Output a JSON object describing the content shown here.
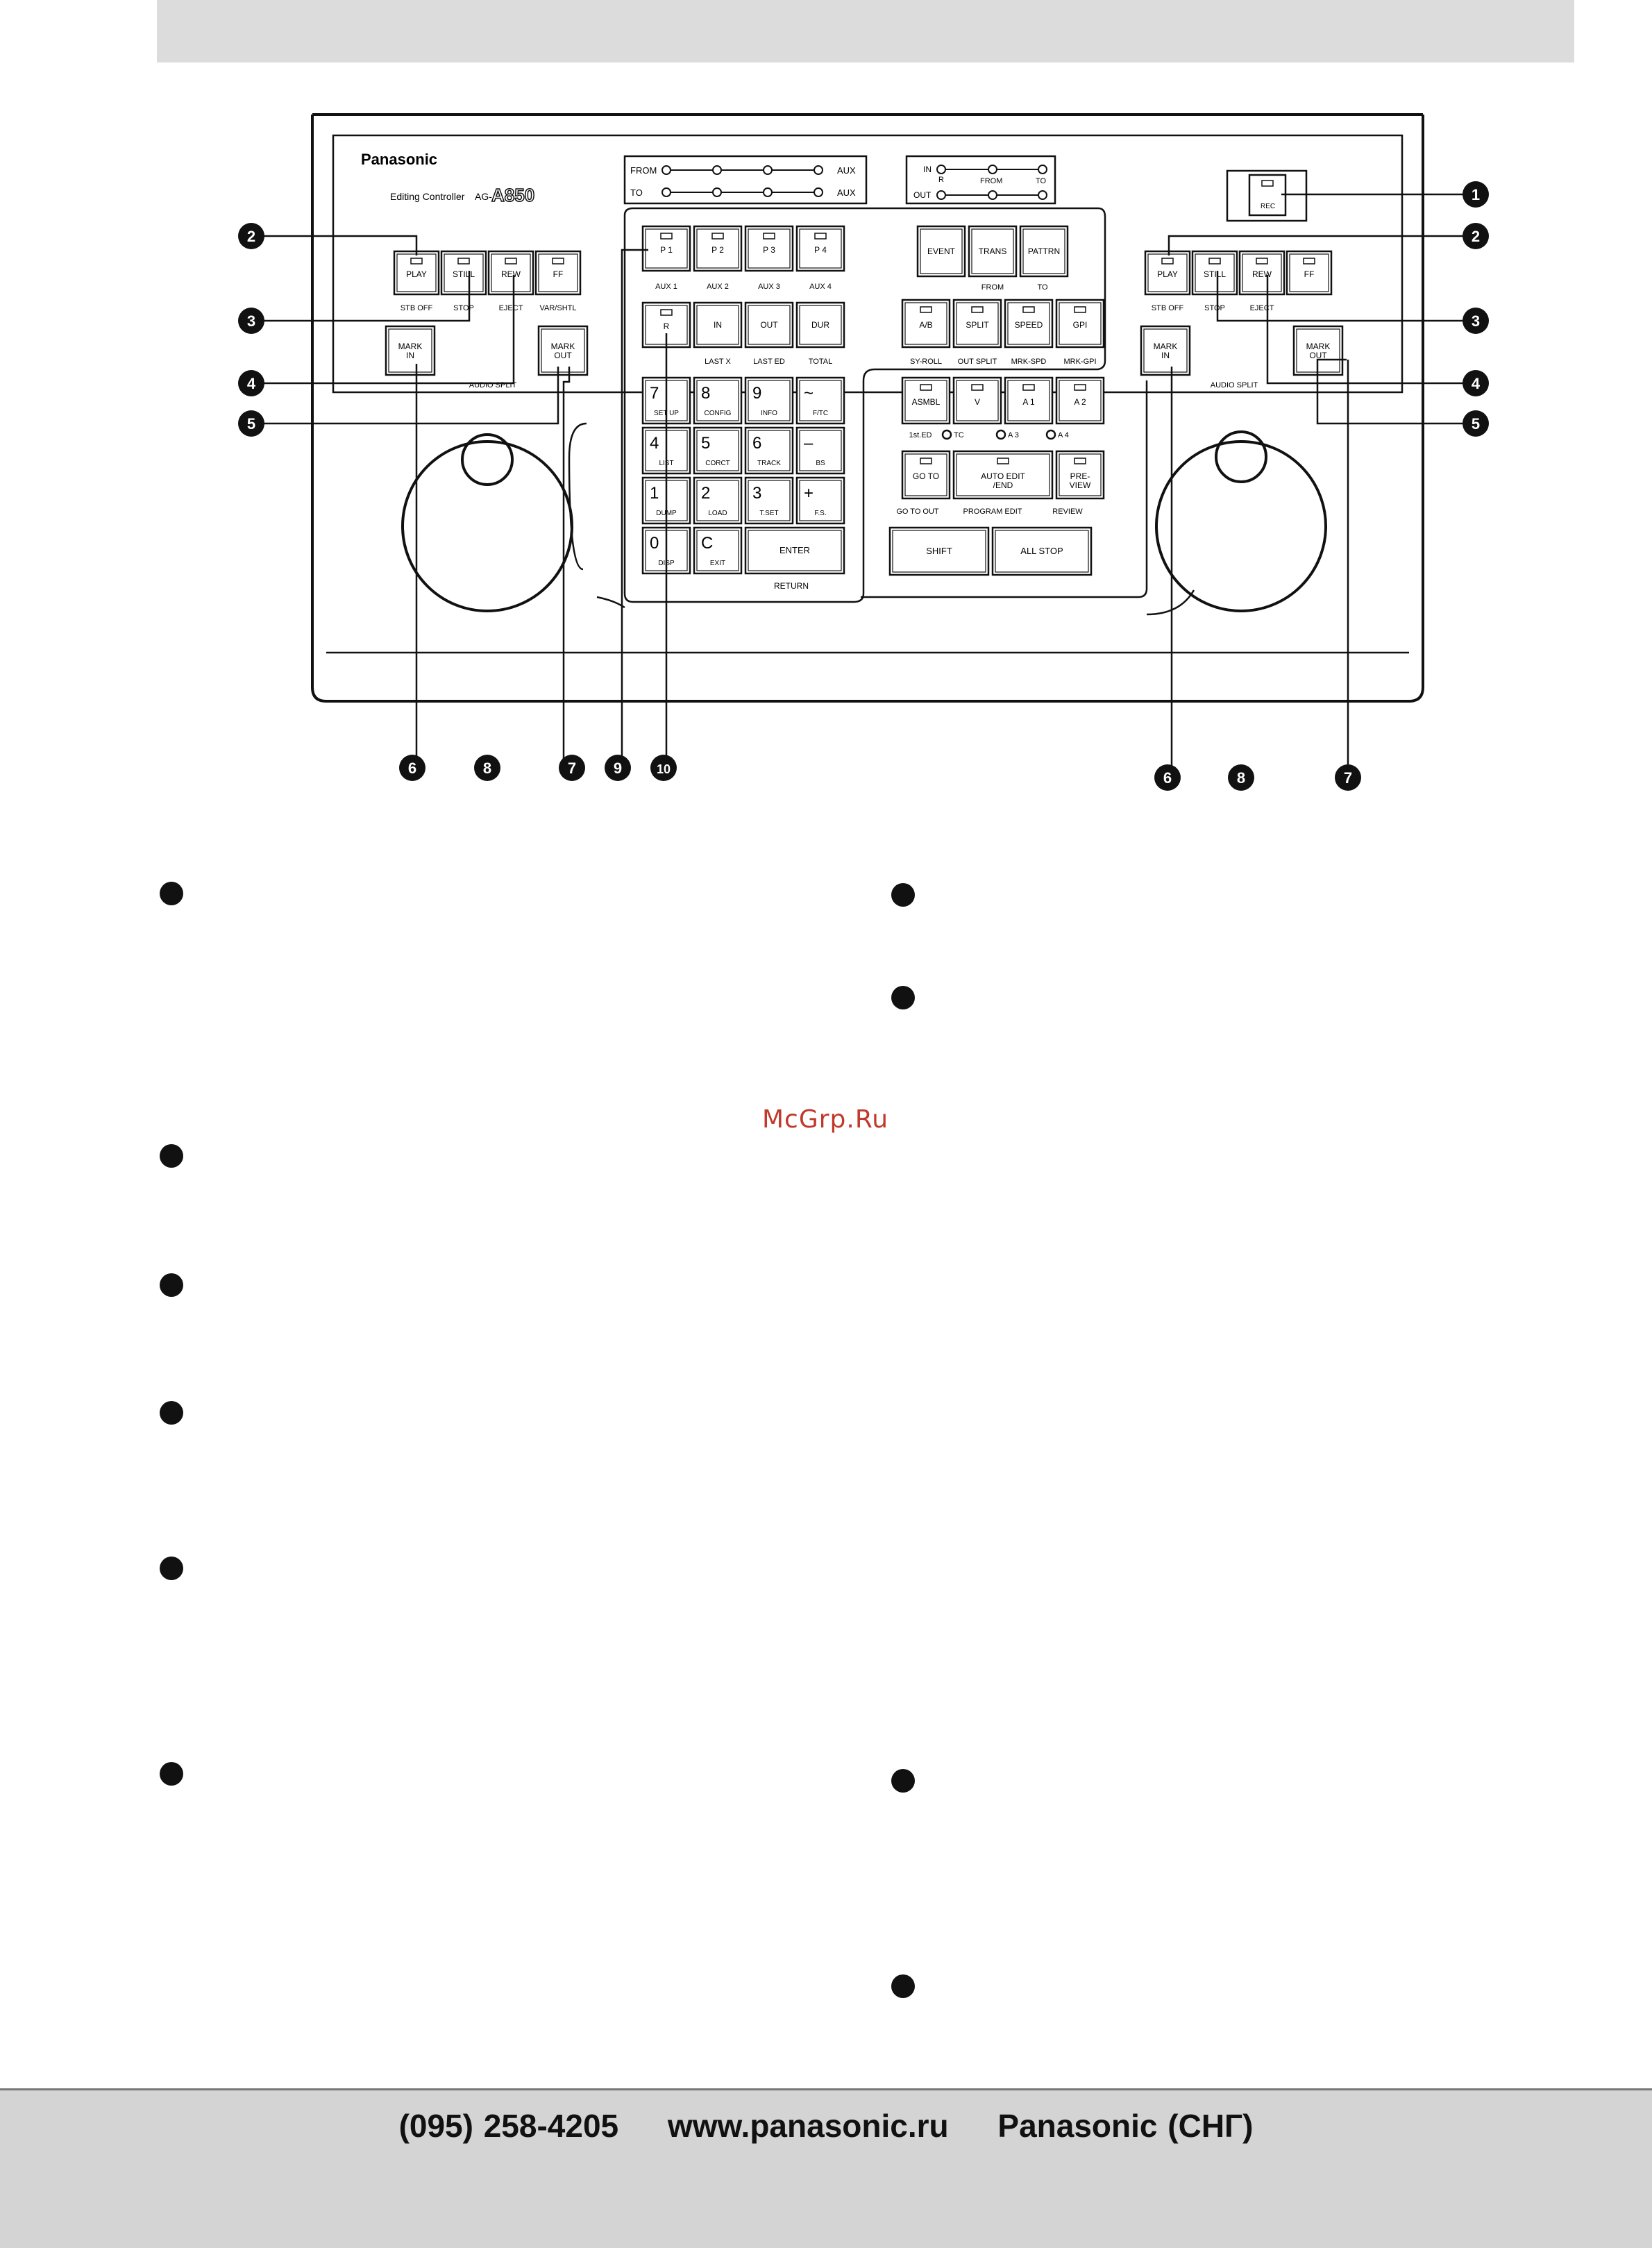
{
  "brand": "Panasonic",
  "device": {
    "subtitle": "Editing Controller",
    "model_prefix": "AG-",
    "model": "A850"
  },
  "indicators": {
    "from": "FROM",
    "to": "TO",
    "aux_top": "AUX",
    "aux_bottom": "AUX",
    "in": "IN",
    "out": "OUT",
    "r": "R",
    "from_label": "FROM",
    "to_label": "TO"
  },
  "rec_label": "REC",
  "transport_left": {
    "buttons": [
      "PLAY",
      "STILL",
      "REW",
      "FF"
    ],
    "sublabels": [
      "STB OFF",
      "STOP",
      "EJECT",
      "VAR/SHTL"
    ],
    "mark_in": [
      "MARK",
      "IN"
    ],
    "mark_out": [
      "MARK",
      "OUT"
    ],
    "audio_split": "AUDIO SPLIT"
  },
  "transport_right": {
    "buttons": [
      "PLAY",
      "STILL",
      "REW",
      "FF"
    ],
    "sublabels": [
      "STB OFF",
      "STOP",
      "EJECT"
    ],
    "mark_in": [
      "MARK",
      "IN"
    ],
    "mark_out": [
      "MARK",
      "OUT"
    ],
    "audio_split": "AUDIO SPLIT"
  },
  "keypad": {
    "p_keys": [
      "P 1",
      "P 2",
      "P 3",
      "P 4"
    ],
    "p_sub": [
      "AUX 1",
      "AUX 2",
      "AUX 3",
      "AUX 4"
    ],
    "r_row": [
      "R",
      "IN",
      "OUT",
      "DUR"
    ],
    "r_sub": [
      "LAST X",
      "LAST ED",
      "TOTAL"
    ],
    "digits": [
      {
        "main": "7",
        "sub": "SET UP"
      },
      {
        "main": "8",
        "sub": "CONFIG"
      },
      {
        "main": "9",
        "sub": "INFO"
      },
      {
        "main": "~",
        "sub": "F/TC"
      },
      {
        "main": "4",
        "sub": "LIST"
      },
      {
        "main": "5",
        "sub": "CORCT"
      },
      {
        "main": "6",
        "sub": "TRACK"
      },
      {
        "main": "–",
        "sub": "BS"
      },
      {
        "main": "1",
        "sub": "DUMP"
      },
      {
        "main": "2",
        "sub": "LOAD"
      },
      {
        "main": "3",
        "sub": "T.SET"
      },
      {
        "main": "+",
        "sub": "F.S."
      },
      {
        "main": "0",
        "sub": "DISP"
      },
      {
        "main": "C",
        "sub": "EXIT"
      }
    ],
    "enter": "ENTER",
    "return": "RETURN"
  },
  "right_panel": {
    "top_keys": [
      "EVENT",
      "TRANS",
      "PATTRN"
    ],
    "top_sub": [
      "FROM",
      "TO"
    ],
    "mid_keys": [
      "A/B",
      "SPLIT",
      "SPEED",
      "GPI"
    ],
    "mid_sub": [
      "SY-ROLL",
      "OUT SPLIT",
      "MRK-SPD",
      "MRK-GPI"
    ],
    "edit_keys": [
      "ASMBL",
      "V",
      "A 1",
      "A 2"
    ],
    "edit_sub": [
      "1st.ED",
      "TC",
      "A 3",
      "A 4"
    ],
    "goto": "GO TO",
    "auto_edit": [
      "AUTO EDIT",
      "/END"
    ],
    "preview": [
      "PRE-",
      "VIEW"
    ],
    "goto_sub": [
      "GO TO OUT",
      "PROGRAM EDIT",
      "REVIEW"
    ],
    "shift": "SHIFT",
    "all_stop": "ALL STOP"
  },
  "callouts": [
    "1",
    "2",
    "3",
    "4",
    "5",
    "6",
    "7",
    "8",
    "9",
    "10"
  ],
  "watermark": "McGrp.Ru",
  "footer": {
    "phone": "(095) 258-4205",
    "url": "www.panasonic.ru",
    "company": "Panasonic (СНГ)"
  }
}
